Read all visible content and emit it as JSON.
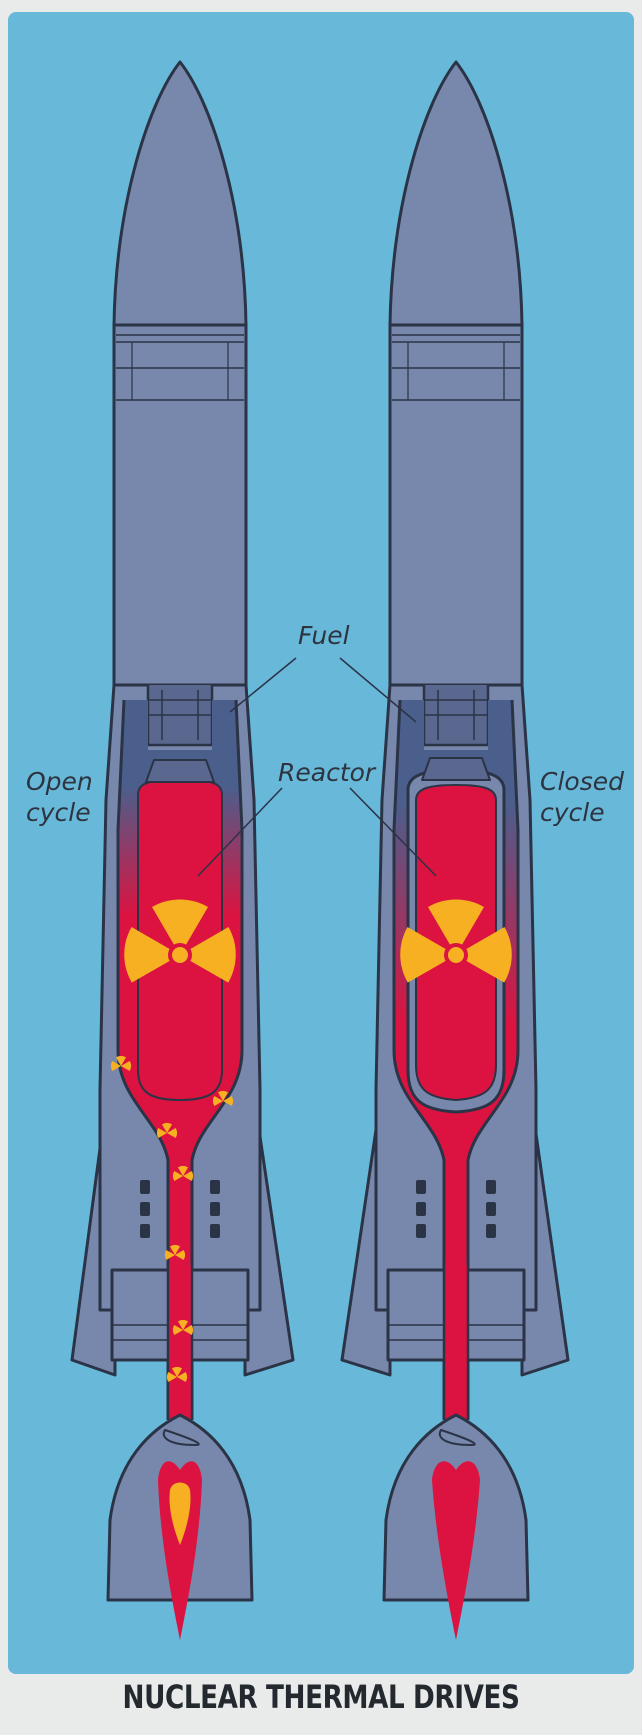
{
  "title": "NUCLEAR THERMAL DRIVES",
  "labels": {
    "fuel": "Fuel",
    "reactor": "Reactor",
    "open_cycle": [
      "Open",
      "cycle"
    ],
    "closed_cycle": [
      "Closed",
      "cycle"
    ]
  },
  "rockets": [
    {
      "variant": "open-cycle",
      "exhaust_core": "yellow"
    },
    {
      "variant": "closed-cycle",
      "exhaust_core": "none"
    }
  ],
  "colors": {
    "background": "#67b8d9",
    "frame": "#e9eaea",
    "hull": "#7888ac",
    "hull_dark": "#5a6890",
    "fuel_blue": "#4a5f8c",
    "reactor_red": "#dc1340",
    "radiation_yellow": "#f6b022",
    "outline": "#2b3346"
  },
  "icons": [
    "radiation-icon"
  ]
}
